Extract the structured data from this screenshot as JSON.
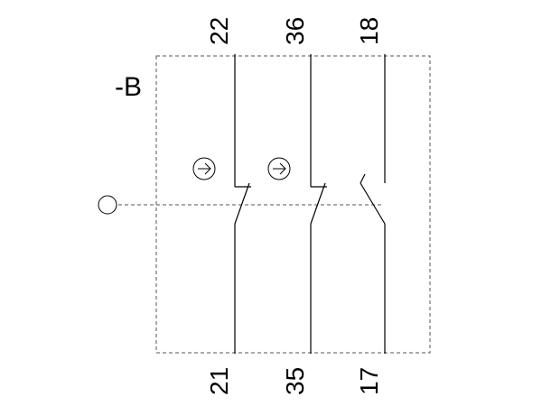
{
  "diagram": {
    "device_label": "-B",
    "contacts": [
      {
        "top_terminal": "22",
        "bottom_terminal": "21",
        "type": "NC",
        "positive_opening": true
      },
      {
        "top_terminal": "36",
        "bottom_terminal": "35",
        "type": "NC",
        "positive_opening": true
      },
      {
        "top_terminal": "18",
        "bottom_terminal": "17",
        "type": "NO",
        "positive_opening": false
      }
    ],
    "colors": {
      "line": "#000000",
      "dashed_enclosure": "#555555",
      "background": "#ffffff"
    }
  }
}
